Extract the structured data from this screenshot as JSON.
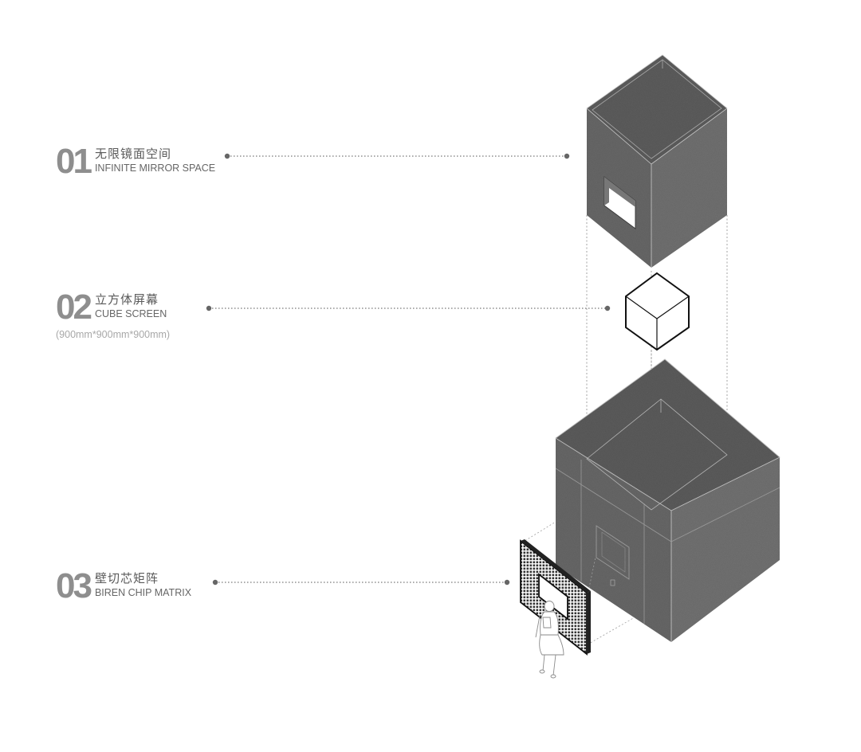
{
  "labels": [
    {
      "num": "01",
      "cn": "无限镜面空间",
      "en": "INFINITE MIRROR SPACE"
    },
    {
      "num": "02",
      "cn": "立方体屏幕",
      "en": "CUBE SCREEN",
      "note": "(900mm*900mm*900mm)"
    },
    {
      "num": "03",
      "cn": "壁切芯矩阵",
      "en": "BIREN CHIP MATRIX"
    }
  ],
  "colors": {
    "text_num": "#8e8e8e",
    "volume_fill": "#6a6a6a",
    "leader_line": "#777777"
  }
}
